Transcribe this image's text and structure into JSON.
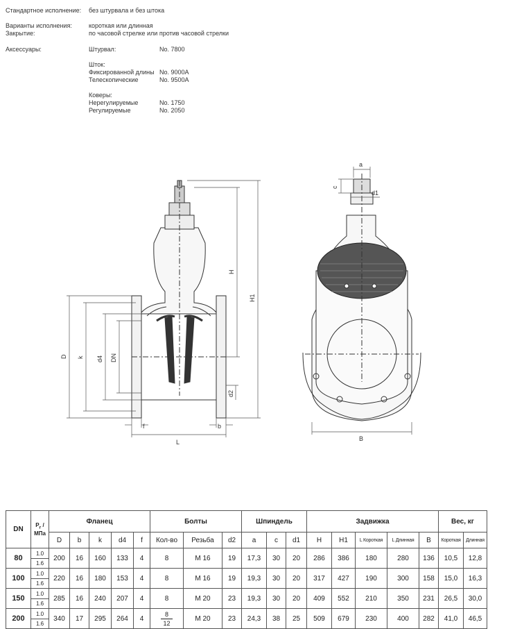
{
  "specs": {
    "standard_label": "Стандартное исполнение:",
    "standard_value": "без штурвала и без штока",
    "variants_label": "Варианты исполнения:",
    "variants_value": "короткая или длинная",
    "closing_label": "Закрытие:",
    "closing_value": "по часовой стрелке или против часовой стрелки",
    "accessories_label": "Аксессуары:",
    "handwheel_label": "Штурвал:",
    "handwheel_value": "No. 7800",
    "stem_label": "Шток:",
    "stem_fixed_label": "Фиксированной длины",
    "stem_fixed_value": "No. 9000A",
    "stem_tele_label": "Телескопические",
    "stem_tele_value": "No. 9500A",
    "covers_label": "Коверы:",
    "covers_fixed_label": "Нерегулируемые",
    "covers_fixed_value": "No. 1750",
    "covers_adj_label": "Регулируемые",
    "covers_adj_value": "No. 2050"
  },
  "drawing": {
    "label_D": "D",
    "label_k": "k",
    "label_d4": "d4",
    "label_DN": "DN",
    "label_f": "f",
    "label_b": "b",
    "label_L": "L",
    "label_H": "H",
    "label_H1": "H1",
    "label_d2": "d2",
    "label_a": "a",
    "label_c": "c",
    "label_d1": "d1",
    "label_B": "B"
  },
  "table": {
    "h_dn": "DN",
    "h_pn_top": "P",
    "h_pn_sub": "r",
    "h_pn_tail": " /",
    "h_pn_unit": "МПа",
    "g_flange": "Фланец",
    "g_bolts": "Болты",
    "g_spindle": "Шпиндель",
    "g_valve": "Задвижка",
    "g_weight": "Вес, кг",
    "c_D": "D",
    "c_b": "b",
    "c_k": "k",
    "c_d4": "d4",
    "c_f": "f",
    "c_qty": "Кол-во",
    "c_thread": "Резьба",
    "c_d2": "d2",
    "c_a": "a",
    "c_c": "c",
    "c_d1": "d1",
    "c_H": "H",
    "c_H1": "H1",
    "c_Lshort": "L Короткая",
    "c_Llong": "L Длинная",
    "c_B": "B",
    "c_wshort": "Короткая",
    "c_wlong": "Длинная",
    "rows": [
      {
        "dn": "80",
        "pn1": "1.0",
        "pn2": "1.6",
        "D": "200",
        "b": "16",
        "k": "160",
        "d4": "133",
        "f": "4",
        "qty1": "8",
        "qty2": "",
        "thread": "M 16",
        "d2": "19",
        "a": "17,3",
        "c": "30",
        "d1": "20",
        "H": "286",
        "H1": "386",
        "Ls": "180",
        "Ll": "280",
        "B": "136",
        "ws": "10,5",
        "wl": "12,8"
      },
      {
        "dn": "100",
        "pn1": "1.0",
        "pn2": "1.6",
        "D": "220",
        "b": "16",
        "k": "180",
        "d4": "153",
        "f": "4",
        "qty1": "8",
        "qty2": "",
        "thread": "M 16",
        "d2": "19",
        "a": "19,3",
        "c": "30",
        "d1": "20",
        "H": "317",
        "H1": "427",
        "Ls": "190",
        "Ll": "300",
        "B": "158",
        "ws": "15,0",
        "wl": "16,3"
      },
      {
        "dn": "150",
        "pn1": "1.0",
        "pn2": "1.6",
        "D": "285",
        "b": "16",
        "k": "240",
        "d4": "207",
        "f": "4",
        "qty1": "8",
        "qty2": "",
        "thread": "M 20",
        "d2": "23",
        "a": "19,3",
        "c": "30",
        "d1": "20",
        "H": "409",
        "H1": "552",
        "Ls": "210",
        "Ll": "350",
        "B": "231",
        "ws": "26,5",
        "wl": "30,0"
      },
      {
        "dn": "200",
        "pn1": "1.0",
        "pn2": "1.6",
        "D": "340",
        "b": "17",
        "k": "295",
        "d4": "264",
        "f": "4",
        "qty1": "8",
        "qty2": "12",
        "thread": "M 20",
        "d2": "23",
        "a": "24,3",
        "c": "38",
        "d1": "25",
        "H": "509",
        "H1": "679",
        "Ls": "230",
        "Ll": "400",
        "B": "282",
        "ws": "41,0",
        "wl": "46,5"
      }
    ]
  }
}
